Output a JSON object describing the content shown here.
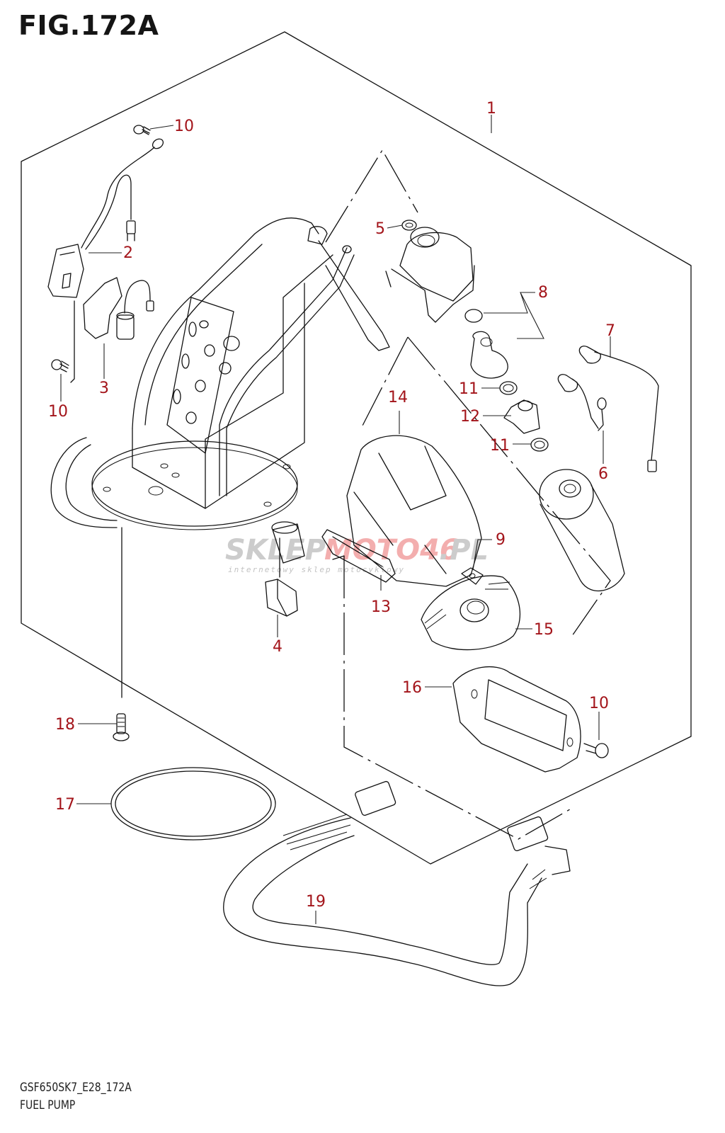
{
  "figure": {
    "title": "FIG.172A",
    "code": "GSF650SK7_E28_172A",
    "name": "FUEL PUMP"
  },
  "watermark": {
    "brand_part1": "SKLEP",
    "brand_part2": "MOTO46",
    "brand_part3": ".PL",
    "tagline": "internetowy sklep motocyklowy",
    "color_gray": "#c4c4c4",
    "color_red": "#f2a0a0"
  },
  "label_color": "#a3141a",
  "callouts": [
    {
      "id": "c1",
      "number": "1",
      "part": "fuel-pump-assembly"
    },
    {
      "id": "c2",
      "number": "2",
      "part": "wiring-harness-connector"
    },
    {
      "id": "c3",
      "number": "3",
      "part": "fuel-level-gauge-unit"
    },
    {
      "id": "c4",
      "number": "4",
      "part": "cushion"
    },
    {
      "id": "c5",
      "number": "5",
      "part": "o-ring"
    },
    {
      "id": "c6",
      "number": "6",
      "part": "lead-wire-ground"
    },
    {
      "id": "c7",
      "number": "7",
      "part": "lead-wire"
    },
    {
      "id": "c8",
      "number": "8",
      "part": "pressure-regulator-set"
    },
    {
      "id": "c9",
      "number": "9",
      "part": "clamp-plate"
    },
    {
      "id": "c10a",
      "number": "10",
      "part": "screw-top"
    },
    {
      "id": "c10b",
      "number": "10",
      "part": "screw-left"
    },
    {
      "id": "c10c",
      "number": "10",
      "part": "screw-right"
    },
    {
      "id": "c11a",
      "number": "11",
      "part": "o-ring-upper"
    },
    {
      "id": "c11b",
      "number": "11",
      "part": "o-ring-lower"
    },
    {
      "id": "c12",
      "number": "12",
      "part": "joint"
    },
    {
      "id": "c13",
      "number": "13",
      "part": "holder"
    },
    {
      "id": "c14",
      "number": "14",
      "part": "fuel-filter-case"
    },
    {
      "id": "c15",
      "number": "15",
      "part": "fuel-strainer"
    },
    {
      "id": "c16",
      "number": "16",
      "part": "pump-holder-bracket"
    },
    {
      "id": "c17",
      "number": "17",
      "part": "o-ring-gasket"
    },
    {
      "id": "c18",
      "number": "18",
      "part": "bolt"
    },
    {
      "id": "c19",
      "number": "19",
      "part": "fuel-feed-hose"
    }
  ]
}
